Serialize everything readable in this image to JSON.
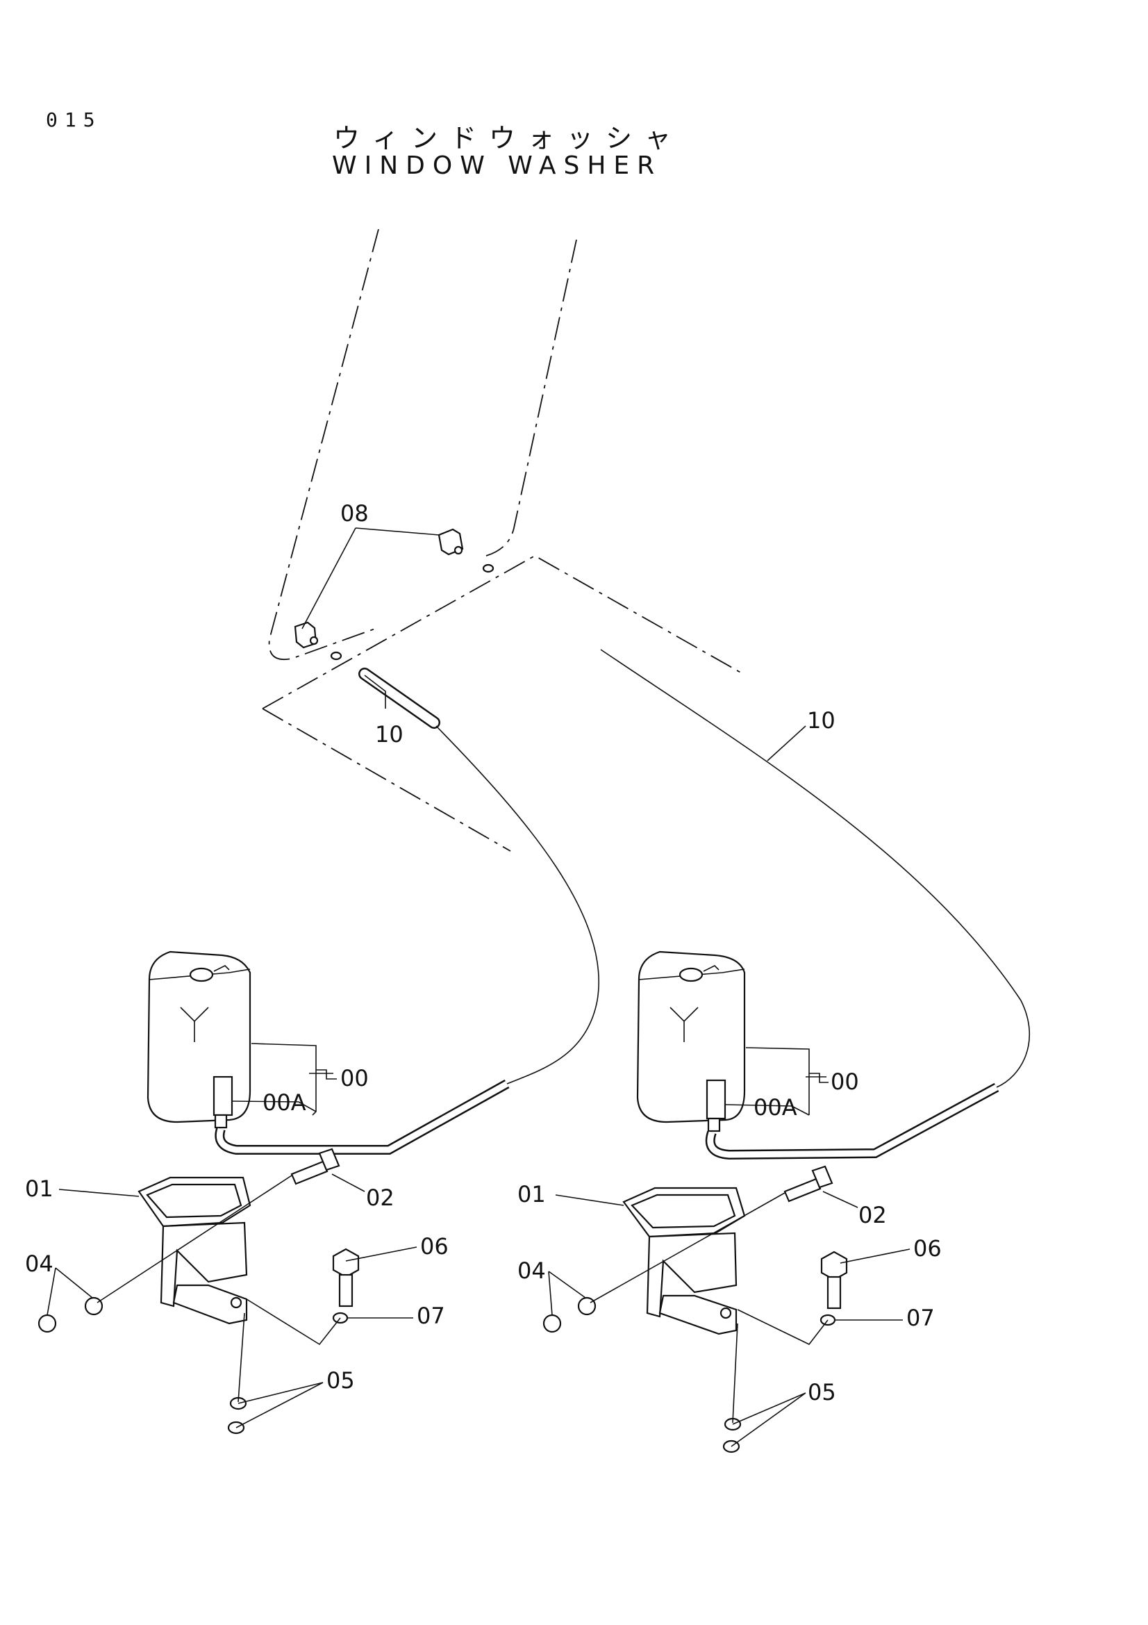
{
  "page_number": "015",
  "title_jp": "ウィンドウォッシャ",
  "title_en": "WINDOW WASHER",
  "callouts": {
    "nozzle": "08",
    "hose_left": "10",
    "hose_right": "10",
    "tank_left": "00",
    "pump_left": "00A",
    "tank_right": "00",
    "pump_right": "00A",
    "bracket_left": "01",
    "bolt_left": "02",
    "nut_left": "04",
    "washer_left": "05",
    "screw_left": "06",
    "lockwasher_left": "07",
    "bracket_right": "01",
    "bolt_right": "02",
    "nut_right": "04",
    "washer_right": "05",
    "screw_right": "06",
    "lockwasher_right": "07"
  }
}
